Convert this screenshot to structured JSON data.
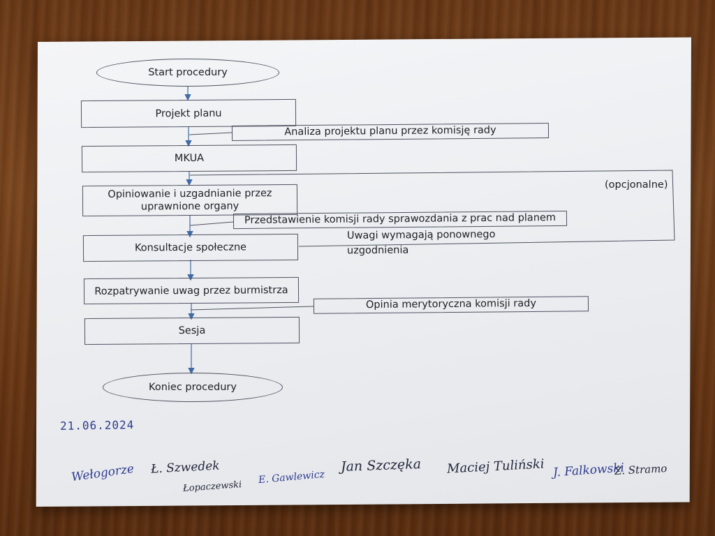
{
  "diagram": {
    "start": "Start procedury",
    "steps": {
      "projekt": "Projekt planu",
      "mkua": "MKUA",
      "opiniowanie": "Opiniowanie i uzgadnianie przez uprawnione organy",
      "konsultacje": "Konsultacje społeczne",
      "rozpatrywanie": "Rozpatrywanie uwag przez burmistrza",
      "sesja": "Sesja"
    },
    "end": "Koniec procedury",
    "side_notes": {
      "analiza": "Analiza projektu planu przez komisję rady",
      "przedstawienie": "Przedstawienie komisji rady sprawozdania z prac nad planem",
      "opinia": "Opinia merytoryczna komisji rady"
    },
    "loop": {
      "optional_label": "(opcjonalne)",
      "condition_line1": "Uwagi wymagają ponownego",
      "condition_line2": "uzgodnienia"
    }
  },
  "footer": {
    "date": "21.06.2024",
    "signatures": [
      "Wełogorze",
      "Ł. Szwedek",
      "Łopaczewski",
      "E. Gawlewicz",
      "Jan Szczęka",
      "Maciej Tuliński",
      "J. Falkowski",
      "Z. Stramo"
    ]
  },
  "colors": {
    "ink": "#1e1f24",
    "box_border": "#4d5160",
    "arrow": "#3f6aa5",
    "pen": "#2f3b8f",
    "paper": "#eceef1"
  }
}
